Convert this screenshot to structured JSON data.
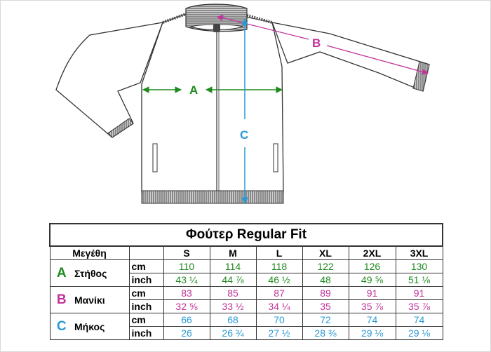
{
  "colors": {
    "chest": "#1f8a1f",
    "sleeve": "#c2339b",
    "length": "#2a9ad6",
    "outline": "#333333"
  },
  "diagram": {
    "labels": {
      "chest": "A",
      "sleeve": "B",
      "length": "C"
    }
  },
  "table": {
    "title": "Φούτερ Regular Fit",
    "sizes_header": "Μεγέθη",
    "sizes": [
      "S",
      "M",
      "L",
      "XL",
      "2XL",
      "3XL"
    ],
    "rows": [
      {
        "letter": "A",
        "name": "Στήθος",
        "cm_label": "cm",
        "inch_label": "inch",
        "cm": [
          "110",
          "114",
          "118",
          "122",
          "126",
          "130"
        ],
        "inch": [
          "43 ¼",
          "44 ⅞",
          "46 ½",
          "48",
          "49 ⅝",
          "51 ⅛"
        ]
      },
      {
        "letter": "B",
        "name": "Μανίκι",
        "cm_label": "cm",
        "inch_label": "inch",
        "cm": [
          "83",
          "85",
          "87",
          "89",
          "91",
          "91"
        ],
        "inch": [
          "32 ⅝",
          "33 ½",
          "34 ¼",
          "35",
          "35 ⅞",
          "35 ⅞"
        ]
      },
      {
        "letter": "C",
        "name": "Μήκος",
        "cm_label": "cm",
        "inch_label": "inch",
        "cm": [
          "66",
          "68",
          "70",
          "72",
          "74",
          "74"
        ],
        "inch": [
          "26",
          "26 ¾",
          "27 ½",
          "28 ⅜",
          "29 ⅛",
          "29 ⅛"
        ]
      }
    ]
  }
}
